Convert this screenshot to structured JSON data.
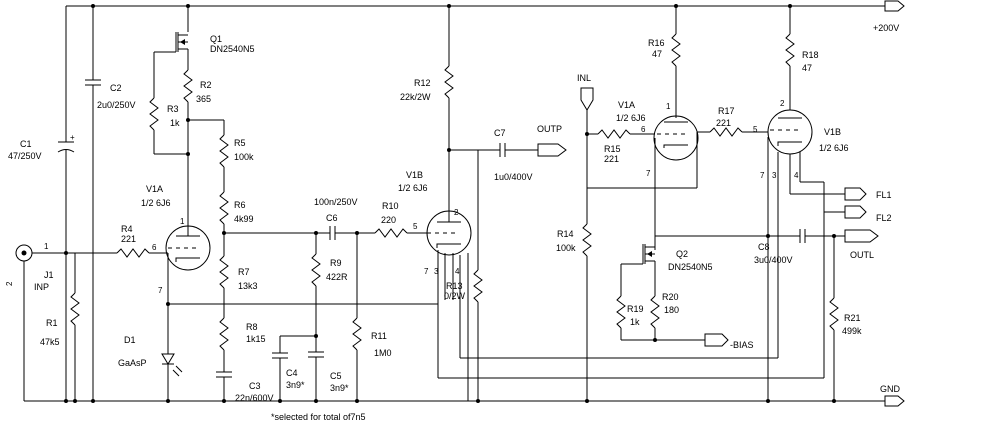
{
  "supply": {
    "label": "+200V"
  },
  "ground": {
    "label": "GND"
  },
  "ports": {
    "inl": "INL",
    "outp": "OUTP",
    "outl": "OUTL",
    "fl1": "FL1",
    "fl2": "FL2",
    "bias": "-BIAS"
  },
  "connector": {
    "ref": "J1",
    "name": "INP",
    "pin1": "1",
    "pin2": "2"
  },
  "components": {
    "q1": {
      "ref": "Q1",
      "part": "DN2540N5"
    },
    "q2": {
      "ref": "Q2",
      "part": "DN2540N5"
    },
    "c1": {
      "ref": "C1",
      "value": "47/250V"
    },
    "c2": {
      "ref": "C2",
      "value": "2u0/250V"
    },
    "c3": {
      "ref": "C3",
      "value": "22n/600V"
    },
    "c4": {
      "ref": "C4",
      "value": "3n9*"
    },
    "c5": {
      "ref": "C5",
      "value": "3n9*"
    },
    "c6": {
      "ref": "C6",
      "value": "100n/250V"
    },
    "c7": {
      "ref": "C7",
      "value": "1u0/400V"
    },
    "c8": {
      "ref": "C8",
      "value": "3u0/400V"
    },
    "r1": {
      "ref": "R1",
      "value": "47k5"
    },
    "r2": {
      "ref": "R2",
      "value": "365"
    },
    "r3": {
      "ref": "R3",
      "value": "1k"
    },
    "r4": {
      "ref": "R4",
      "value": "221"
    },
    "r5": {
      "ref": "R5",
      "value": "100k"
    },
    "r6": {
      "ref": "R6",
      "value": "4k99"
    },
    "r7": {
      "ref": "R7",
      "value": "13k3"
    },
    "r8": {
      "ref": "R8",
      "value": "1k15"
    },
    "r9": {
      "ref": "R9",
      "value": "422R"
    },
    "r10": {
      "ref": "R10",
      "value": "220"
    },
    "r11": {
      "ref": "R11",
      "value": "1M0"
    },
    "r12": {
      "ref": "R12",
      "value": "22k/2W"
    },
    "r13": {
      "ref": "R13",
      "value": "0/2W"
    },
    "r14": {
      "ref": "R14",
      "value": "100k"
    },
    "r15": {
      "ref": "R15",
      "value": "221"
    },
    "r16": {
      "ref": "R16",
      "value": "47"
    },
    "r17": {
      "ref": "R17",
      "value": "221"
    },
    "r18": {
      "ref": "R18",
      "value": "47"
    },
    "r19": {
      "ref": "R19",
      "value": "1k"
    },
    "r20": {
      "ref": "R20",
      "value": "180"
    },
    "r21": {
      "ref": "R21",
      "value": "499k"
    },
    "d1": {
      "ref": "D1",
      "value": "GaAsP"
    }
  },
  "tubes": {
    "v1a_left": {
      "ref": "V1A",
      "part": "1/2 6J6"
    },
    "v1b_mid": {
      "ref": "V1B",
      "part": "1/2 6J6"
    },
    "v1a_right": {
      "ref": "V1A",
      "part": "1/2 6J6"
    },
    "v1b_right": {
      "ref": "V1B",
      "part": "1/2 6J6"
    }
  },
  "pins": {
    "p1": "1",
    "p2": "2",
    "p3": "3",
    "p4": "4",
    "p5": "5",
    "p6": "6",
    "p7": "7"
  },
  "note": "*selected for total of7n5"
}
